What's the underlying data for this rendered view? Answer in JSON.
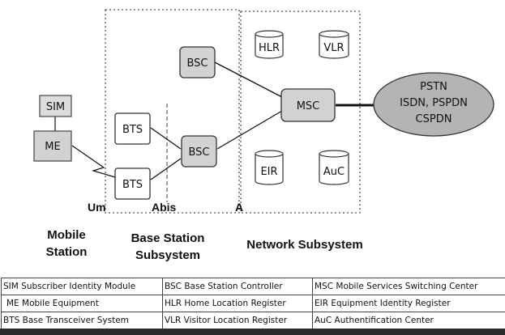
{
  "nodes": {
    "sim": "SIM",
    "me": "ME",
    "bts_upper": "BTS",
    "bts_lower": "BTS",
    "bsc_upper": "BSC",
    "bsc_lower": "BSC",
    "msc": "MSC",
    "hlr": "HLR",
    "vlr": "VLR",
    "eir": "EIR",
    "auc": "AuC",
    "pstn": [
      "PSTN",
      "ISDN, PSPDN",
      "CSPDN"
    ]
  },
  "interfaces": {
    "um": "Um",
    "abis": "Abis",
    "a": "A"
  },
  "subsystems": {
    "mobile_station": [
      "Mobile",
      "Station"
    ],
    "base_station_subsystem": [
      "Base Station",
      "Subsystem"
    ],
    "network_subsystem": "Network Subsystem"
  },
  "legend": [
    [
      "SIM Subscriber Identity Module",
      "BSC Base Station Controller",
      "MSC Mobile Services Switching Center"
    ],
    [
      "ME Mobile Equipment",
      "HLR Home Location Register",
      "EIR Equipment Identity Register"
    ],
    [
      "BTS Base Transceiver System",
      "VLR Visitor Location Register",
      "AuC Authentification Center"
    ]
  ],
  "colors": {
    "controller_fill": "#d2d2d2",
    "pstn_fill": "#b4b4b4",
    "sim_fill": "#dcdcdc"
  }
}
